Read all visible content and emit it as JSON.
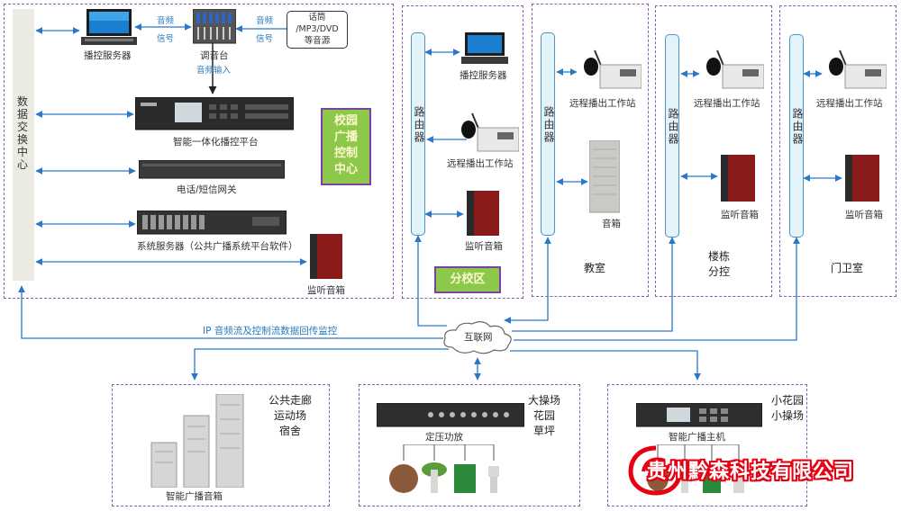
{
  "regions": {
    "control_center": {
      "title": "校园\n广播\n控制\n中心",
      "switch": "数\n据\n交\n换\n中\n心",
      "broadcast_server": "播控服务器",
      "mixer": "调音台",
      "source": "话筒\n/MP3/DVD\n等音源",
      "audio_signal_1": "音频\n信号",
      "audio_signal_2": "音频\n信号",
      "audio_input": "音频输入",
      "platform": "智能一体化播控平台",
      "gateway": "电话/短信网关",
      "system_server": "系统服务器（公共广播系统平台软件）",
      "monitor_speaker": "监听音箱"
    },
    "branch": {
      "title": "分校区",
      "router": "路由器",
      "server": "播控服务器",
      "station": "远程播出工作站",
      "monitor": "监听音箱"
    },
    "classroom": {
      "title": "教室",
      "router": "路由器",
      "station": "远程播出工作站",
      "speaker": "音箱"
    },
    "building": {
      "title": "楼栋\n分控",
      "router": "路由器",
      "station": "远程播出工作站",
      "monitor": "监听音箱"
    },
    "gatehouse": {
      "title": "门卫室",
      "router": "路由器",
      "station": "远程播出工作站",
      "monitor": "监听音箱"
    },
    "corridor": {
      "title": "公共走廊\n运动场\n宿舍",
      "caption": "智能广播音箱"
    },
    "playground": {
      "title": "大操场\n花园\n草坪",
      "caption": "定压功放"
    },
    "garden": {
      "title": "小花园\n小操场",
      "caption": "智能广播主机"
    }
  },
  "network": {
    "internet": "互联网",
    "ip_label": "IP 音频流及控制流数据回传监控"
  },
  "watermark": "贵州黔森科技有限公司",
  "colors": {
    "line": "#2a78c8",
    "dash": "#8a5cab",
    "green": "#8cc94a",
    "purple": "#7e3fa0",
    "watermark": "#e60012"
  }
}
